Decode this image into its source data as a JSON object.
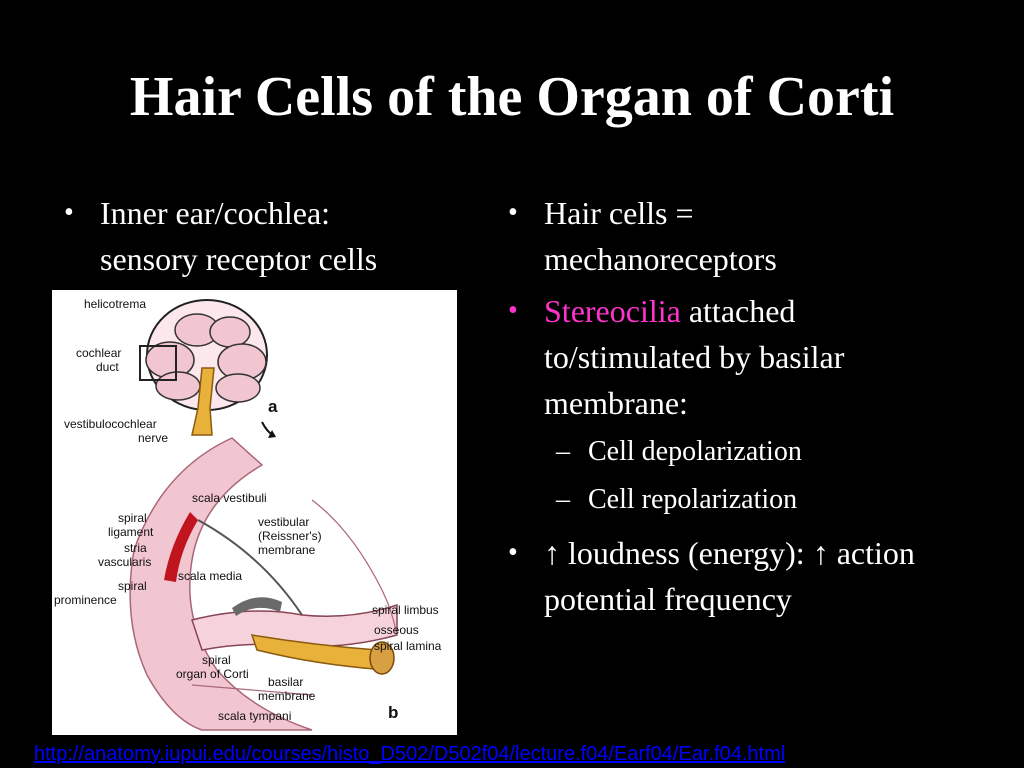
{
  "slide": {
    "title": "Hair Cells of the Organ of Corti",
    "left_bullets": [
      {
        "line1": "Inner ear/cochlea:",
        "line2": "sensory receptor cells"
      }
    ],
    "right_bullets": {
      "b1": {
        "line1": "Hair cells =",
        "line2": "mechanoreceptors"
      },
      "b2": {
        "highlight": "Stereocilia",
        "line1_rest": "attached",
        "line2": "to/stimulated by basilar",
        "line3": "membrane:"
      },
      "sub": [
        "Cell depolarization",
        "Cell repolarization"
      ],
      "b3": {
        "line1": "↑ loudness (energy): ↑ action",
        "line2": "potential frequency"
      }
    },
    "figure": {
      "labels": {
        "helicotrema": "helicotrema",
        "cochlear_duct_1": "cochlear",
        "cochlear_duct_2": "duct",
        "vestib_nerve_1": "vestibulocochlear",
        "vestib_nerve_2": "nerve",
        "panel_a": "a",
        "scala_vestibuli": "scala vestibuli",
        "spiral_ligament_1": "spiral",
        "spiral_ligament_2": "ligament",
        "stria_vascularis_1": "stria",
        "stria_vascularis_2": "vascularis",
        "spiral_prominence_1": "spiral",
        "spiral_prominence_2": "prominence",
        "vestibular_membrane_1": "vestibular",
        "vestibular_membrane_2": "(Reissner's)",
        "vestibular_membrane_3": "membrane",
        "scala_media": "scala media",
        "spiral_limbus": "spiral limbus",
        "osseous_lamina_1": "osseous",
        "osseous_lamina_2": "spiral lamina",
        "organ_corti_1": "spiral",
        "organ_corti_2": "organ of Corti",
        "basilar_membrane_1": "basilar",
        "basilar_membrane_2": "membrane",
        "scala_tympani": "scala tympani",
        "panel_b": "b"
      }
    },
    "source_url": "http://anatomy.iupui.edu/courses/histo_D502/D502f04/lecture.f04/Earf04/Ear.f04.html"
  },
  "colors": {
    "background": "#000000",
    "text": "#ffffff",
    "highlight": "#ff33cc",
    "link": "#0000ff",
    "tissue_pink": "#f2c6d0",
    "stria_red": "#c0141e",
    "nerve_yellow": "#e8b23a"
  }
}
